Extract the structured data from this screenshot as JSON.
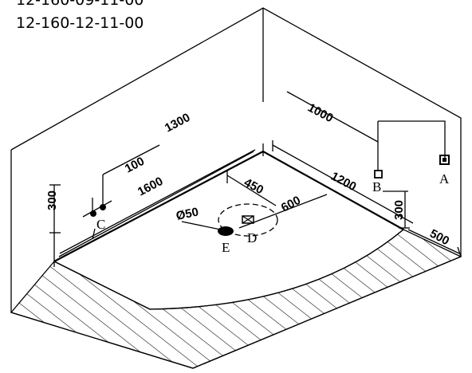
{
  "model_codes": [
    "12-160-09-11-00",
    "12-160-12-11-00"
  ],
  "dimensions": {
    "d1300": "1300",
    "d1000": "1000",
    "d100": "100",
    "d1600": "1600",
    "d1200": "1200",
    "d450": "450",
    "d600": "600",
    "d300_left": "300",
    "d300_right": "300",
    "d500": "500",
    "d_phi50": "Ø50"
  },
  "points": {
    "A": "A",
    "B": "B",
    "C": "C",
    "D": "D",
    "E": "E"
  }
}
